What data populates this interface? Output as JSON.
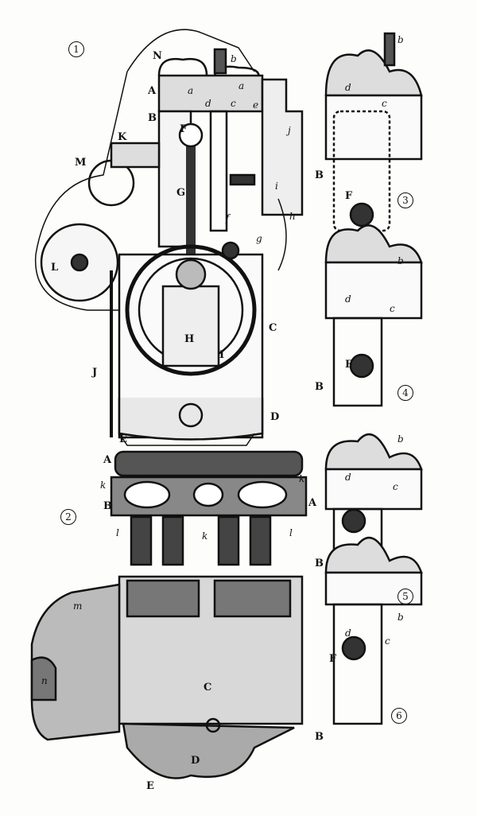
{
  "figures": {
    "fig1": {
      "number": "1",
      "labels": [
        "N",
        "b",
        "A",
        "a",
        "a",
        "B",
        "d",
        "c",
        "e",
        "j",
        "K",
        "M",
        "F",
        "G",
        "i",
        "h",
        "f",
        "g",
        "L",
        "H",
        "I",
        "C",
        "J",
        "D",
        "E"
      ]
    },
    "fig2": {
      "number": "2",
      "labels": [
        "A",
        "k",
        "k",
        "B",
        "l",
        "k",
        "l",
        "m",
        "n",
        "C",
        "D",
        "E"
      ]
    },
    "fig3": {
      "number": "3",
      "labels": [
        "b",
        "d",
        "c",
        "B",
        "F"
      ]
    },
    "fig4": {
      "number": "4",
      "labels": [
        "b",
        "d",
        "c",
        "F",
        "B"
      ]
    },
    "fig5": {
      "number": "5",
      "labels": [
        "b",
        "d",
        "c",
        "A",
        "B"
      ]
    },
    "fig6": {
      "number": "6",
      "labels": [
        "b",
        "d",
        "c",
        "F",
        "B"
      ]
    }
  }
}
